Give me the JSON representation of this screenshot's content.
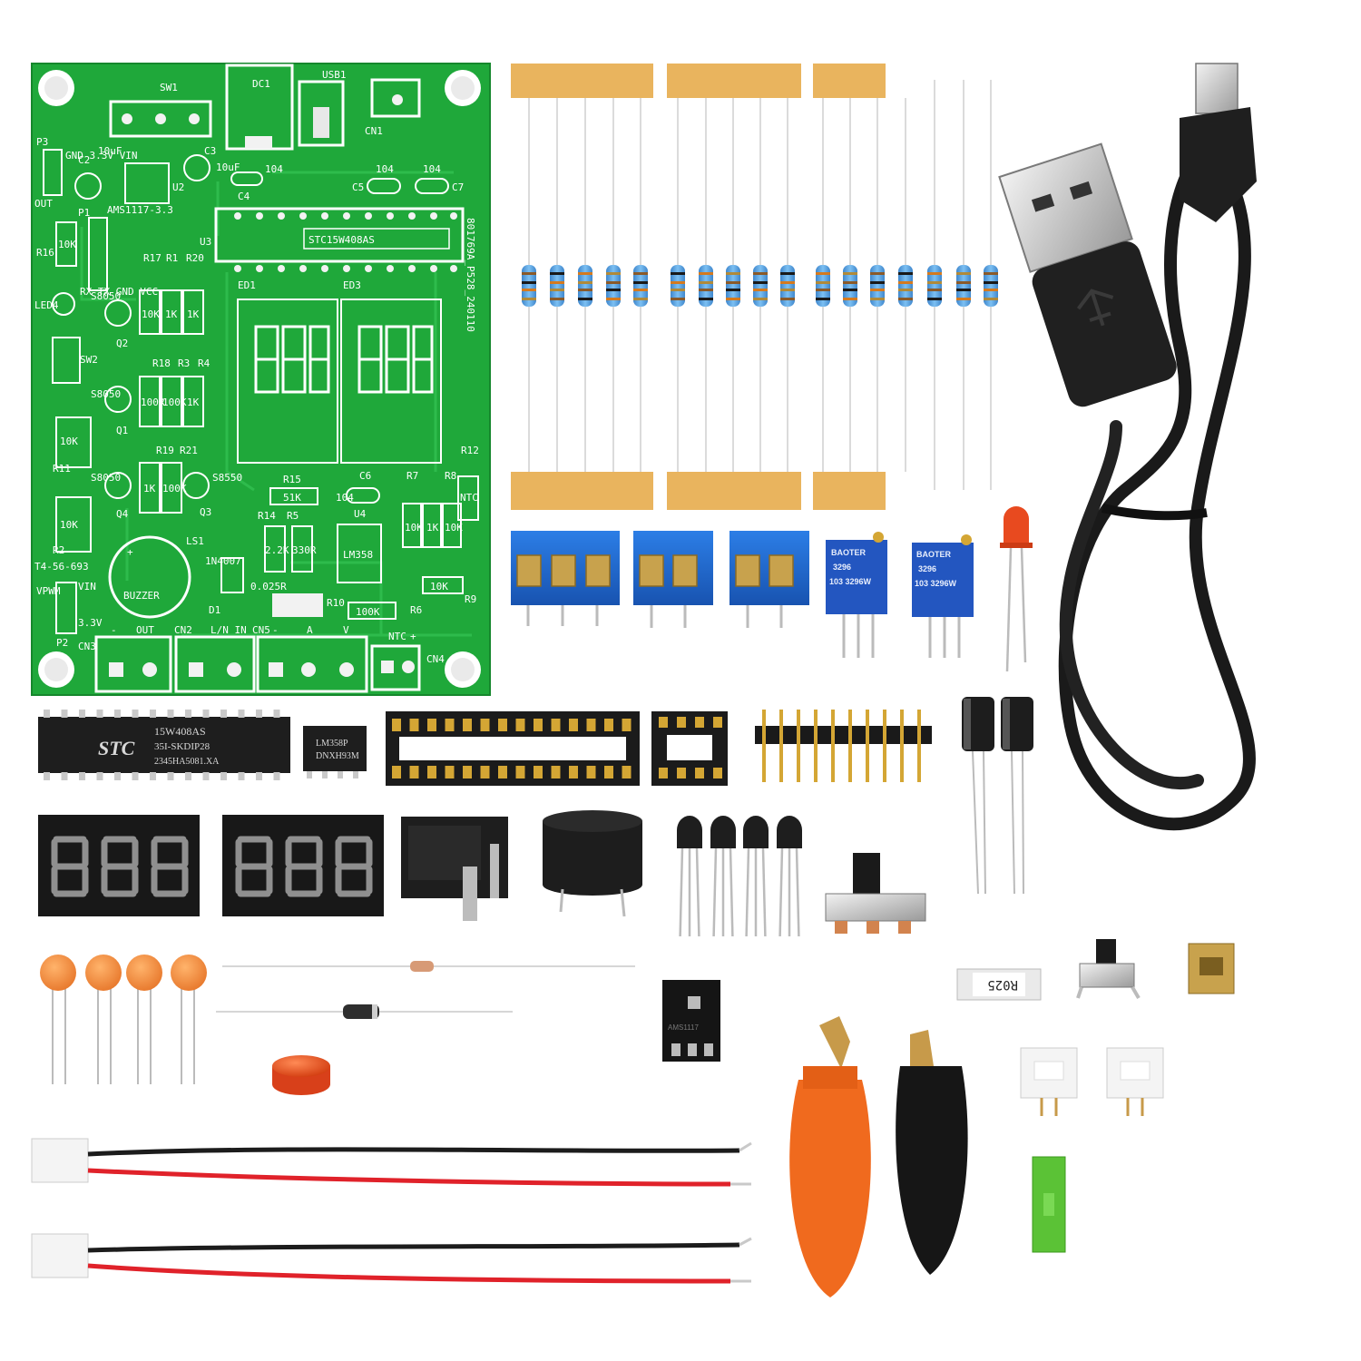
{
  "pcb": {
    "mcu_footprint_label": "STC15W408AS",
    "board_id": "801769A_P528_240110",
    "refs": {
      "sw1": "SW1",
      "dc1": "DC1",
      "usb1": "USB1",
      "cn1": "CN1",
      "p3": "P3",
      "out": "OUT",
      "p3_pins": "GND 3.3V VIN",
      "c2": "C2",
      "c3": "C3",
      "c2_val": "10uF",
      "c3_val": "10uF",
      "u2": "U2",
      "u2_part": "AMS1117-3.3",
      "c4": "C4",
      "c4_val": "104",
      "c5": "C5",
      "c5_val": "104",
      "c7": "C7",
      "c7_val": "104",
      "p1": "P1",
      "p1_pins": "RX TX GND VCC",
      "r16": "R16",
      "r16_val": "10K",
      "u3": "U3",
      "led4": "LED4",
      "r17": "R17",
      "r1": "R1",
      "r20": "R20",
      "r17_val": "10K",
      "r1_val": "1K",
      "r20_val": "1K",
      "ed1": "ED1",
      "ed3": "ED3",
      "q2": "Q2",
      "q2_part": "S8050",
      "sw2": "SW2",
      "r18": "R18",
      "r3": "R3",
      "r4": "R4",
      "r18_val": "100R",
      "r3_val": "100K",
      "r4_val": "1K",
      "q1": "Q1",
      "q1_part": "S8050",
      "r11": "R11",
      "r11_val": "10K",
      "r19": "R19",
      "r21": "R21",
      "r19_val": "1K",
      "r21_val": "100K",
      "q3": "Q3",
      "q3_part": "S8550",
      "q4": "Q4",
      "q4_part": "S8050",
      "r12": "R12",
      "ntc": "NTC",
      "r2": "R2",
      "r2_val": "10K",
      "t4": "T4-56-693",
      "r15": "R15",
      "r15_val": "51K",
      "c6": "C6",
      "c6_val": "104",
      "r7": "R7",
      "r8": "R8",
      "r7_val": "10K",
      "r8_val": "10K",
      "r_1k": "1K",
      "r14": "R14",
      "r5": "R5",
      "r14_val": "2.2K",
      "r5_val": "330R",
      "u4": "U4",
      "u4_part": "LM358",
      "ls1": "LS1",
      "buzzer": "BUZZER",
      "d1": "D1",
      "d1_part": "1N4007",
      "r9": "R9",
      "r9_val": "10K",
      "r10": "R10",
      "r10_val": "0.025R",
      "r6": "R6",
      "r6_val": "100K",
      "vin": "VIN",
      "vpwm": "VPWM",
      "p2": "P2",
      "p2_pin": "3.3V",
      "cn3": "CN3",
      "cn2": "CN2",
      "cn5": "CN5",
      "cn4": "CN4",
      "minus": "-",
      "out2": "OUT",
      "l_n_in": "L/N IN",
      "a": "A",
      "v": "V",
      "ntc2": "NTC",
      "plus": "+"
    }
  },
  "parts": {
    "mcu_brand": "STC",
    "mcu_line1": "15W408AS",
    "mcu_line2": "35I-SKDIP28",
    "mcu_line3": "2345HA5081.XA",
    "opamp_line1": "LM358P",
    "opamp_line2": "DNXH93M",
    "pot_brand": "BAOTER",
    "pot_model": "3296",
    "pot_line": "103 3296W",
    "shunt_label": "R025",
    "regulator_label": "AMS1117"
  },
  "colors": {
    "pcb_green": "#1fa83a",
    "terminal_blue": "#1f63c8",
    "resistor_body": "#5fa9e8",
    "tape": "#e9b45e",
    "alligator_red": "#f06a1e",
    "wire_red": "#e0222a"
  },
  "icons": [
    "pcb-board-icon",
    "usb-cable-icon",
    "resistor-icon",
    "capacitor-icon",
    "led-icon",
    "buzzer-icon",
    "seven-segment-icon",
    "alligator-clip-icon",
    "terminal-block-icon",
    "potentiometer-icon",
    "ic-chip-icon",
    "transistor-icon",
    "jumper-wire-icon"
  ]
}
